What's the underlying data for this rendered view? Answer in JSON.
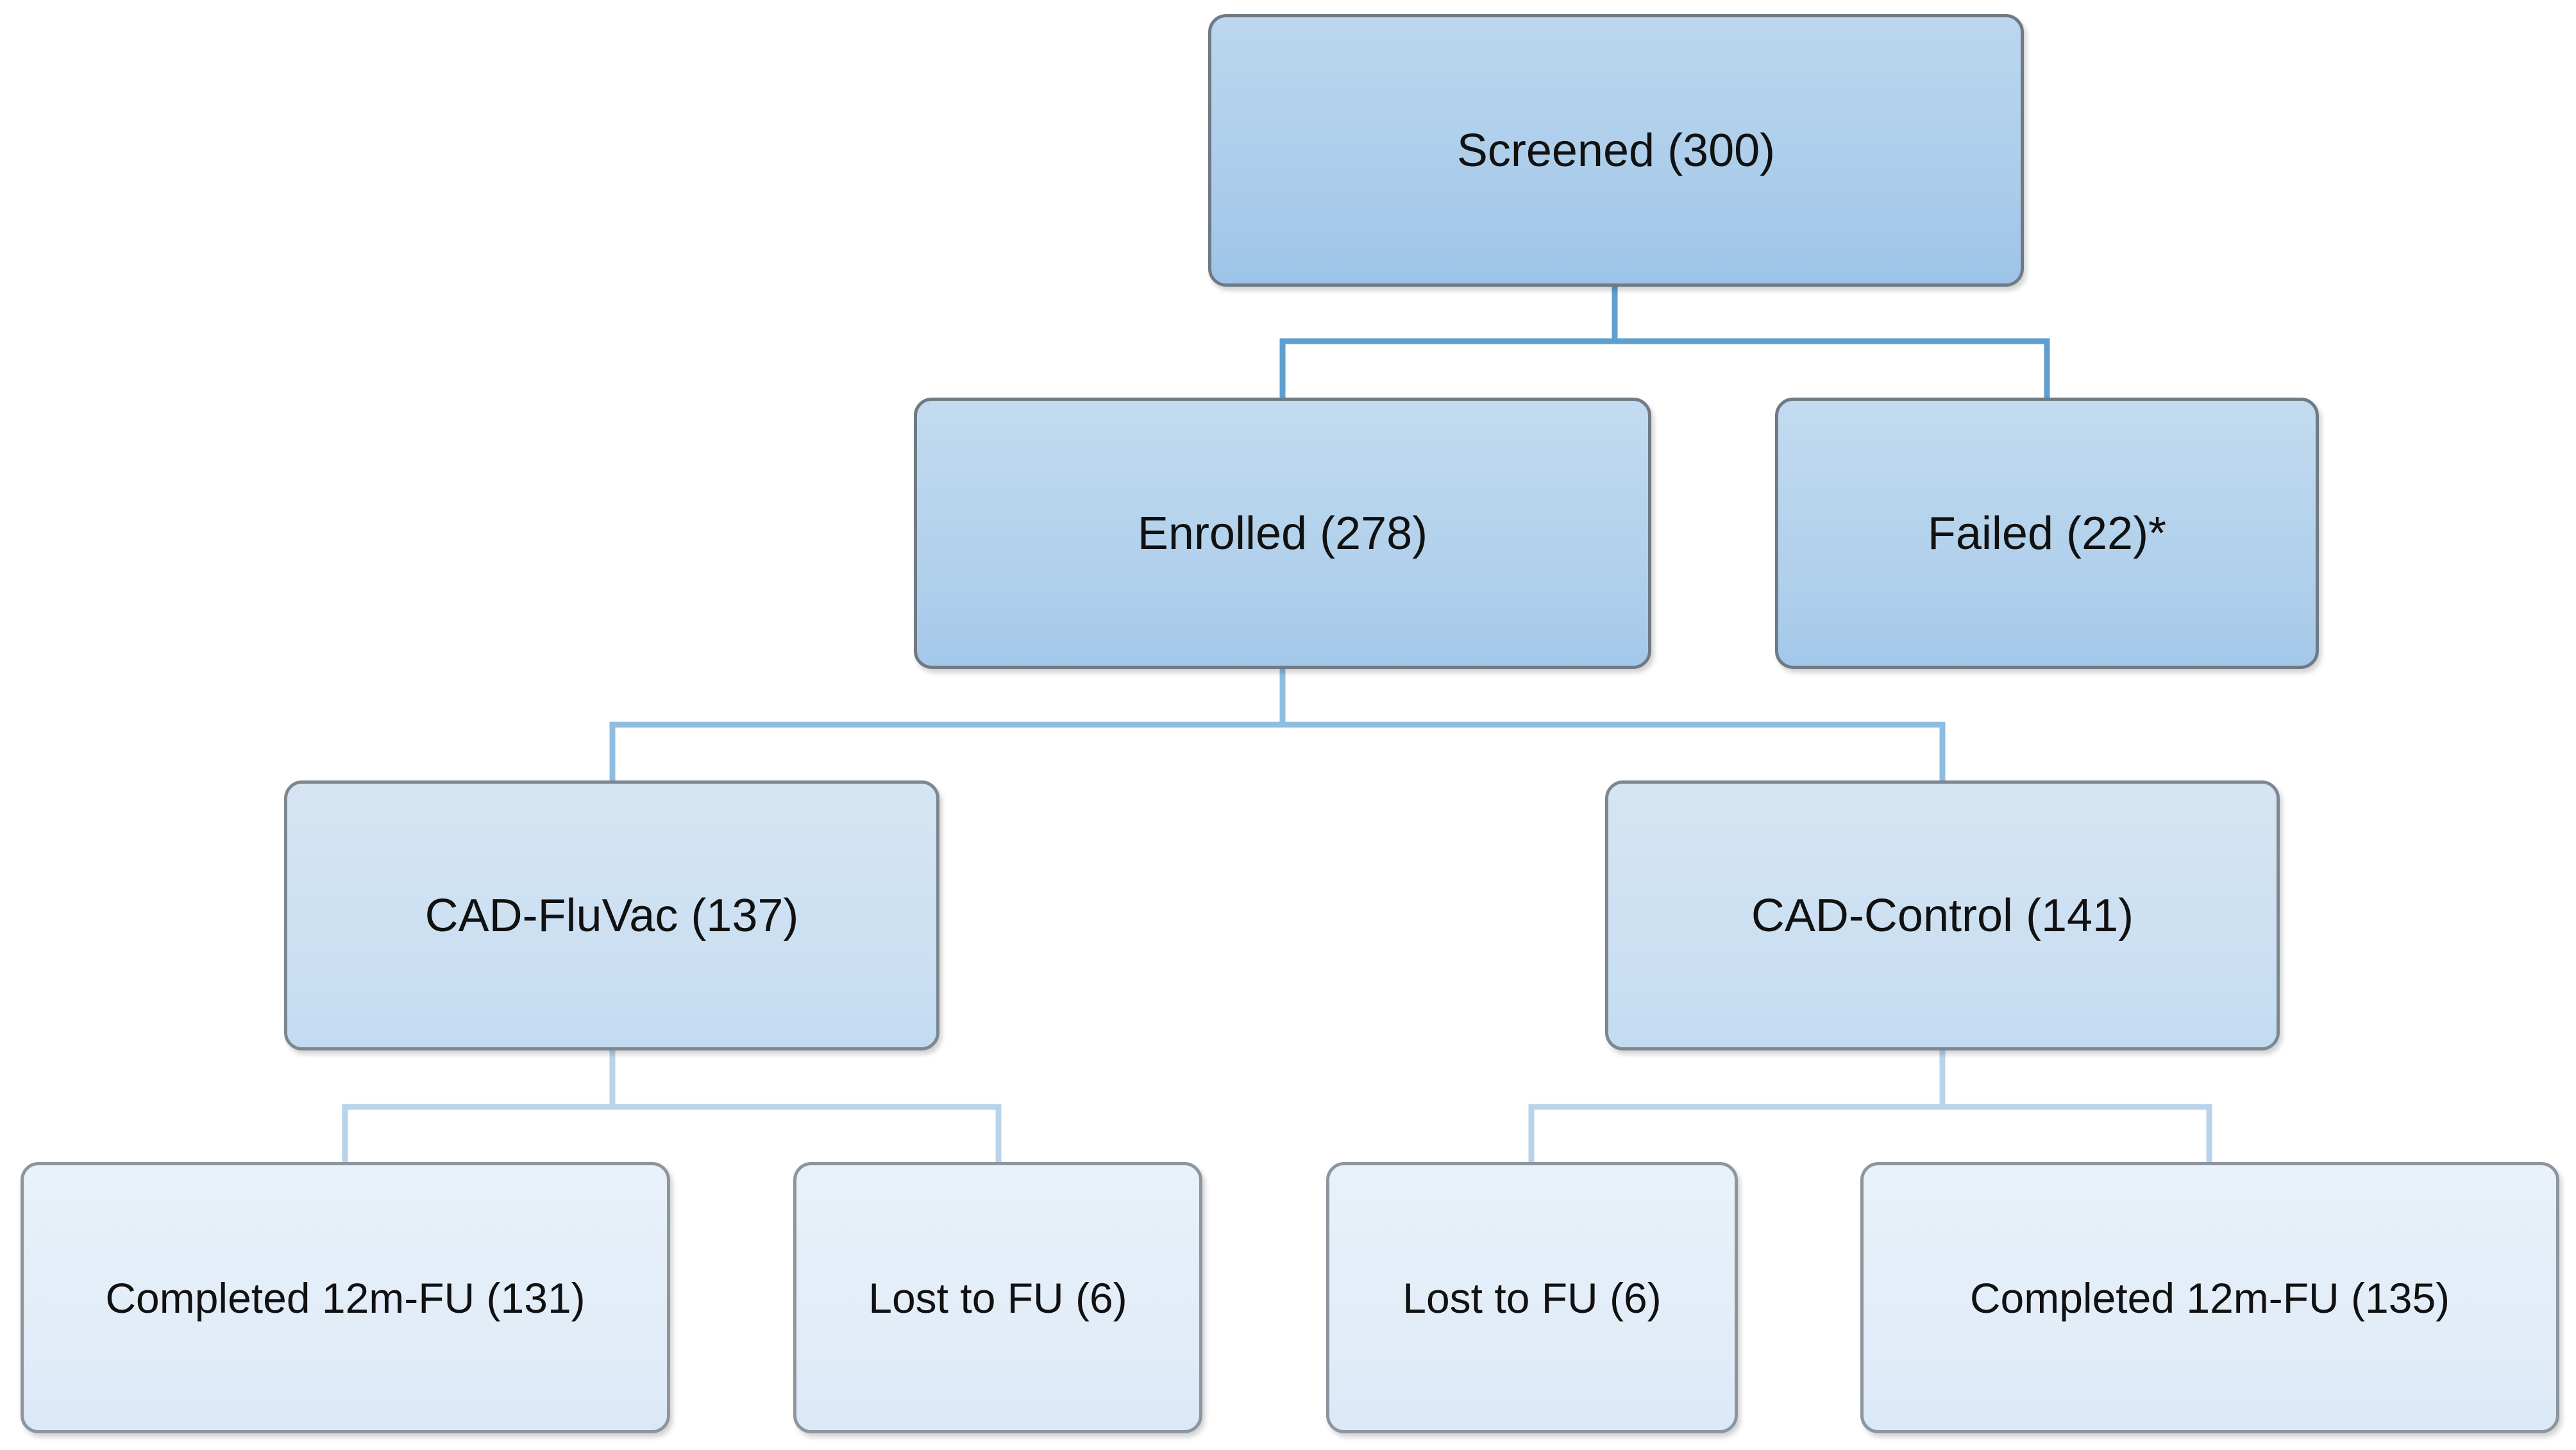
{
  "nodes": {
    "screened": "Screened (300)",
    "enrolled": "Enrolled (278)",
    "failed": "Failed (22)*",
    "cad_fluvac": "CAD-FluVac (137)",
    "cad_control": "CAD-Control (141)",
    "fluvac_completed": "Completed 12m-FU (131)",
    "fluvac_lost": "Lost to FU (6)",
    "control_lost": "Lost to FU (6)",
    "control_completed": "Completed 12m-FU (135)"
  }
}
